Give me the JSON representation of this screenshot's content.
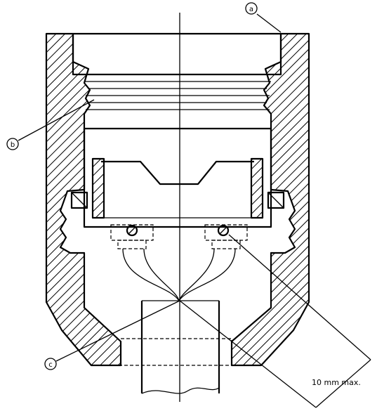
{
  "labels": {
    "a": "a",
    "b": "b",
    "c": "c"
  },
  "dimension": {
    "text": "10 mm max."
  }
}
